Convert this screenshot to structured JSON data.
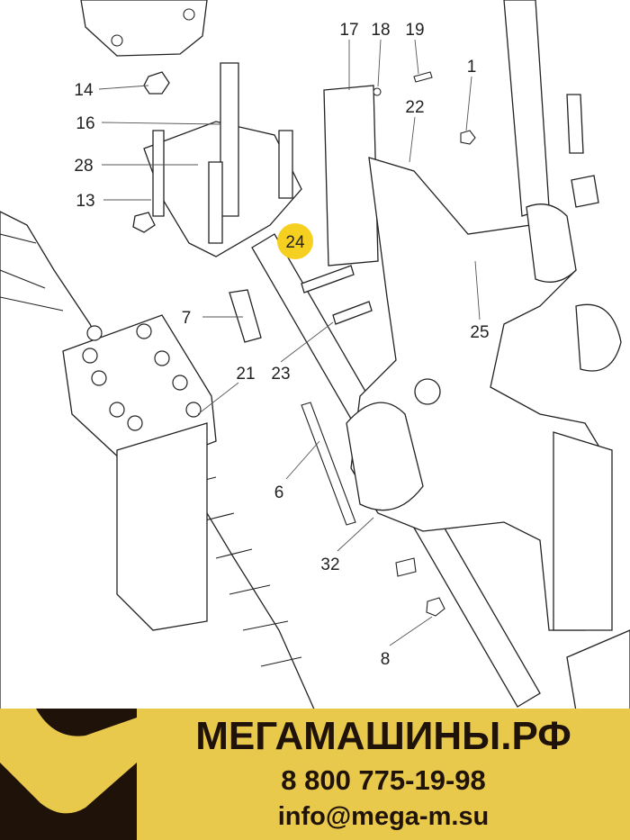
{
  "diagram": {
    "callouts": [
      {
        "id": "14",
        "highlighted": false
      },
      {
        "id": "16",
        "highlighted": false
      },
      {
        "id": "28",
        "highlighted": false
      },
      {
        "id": "13",
        "highlighted": false
      },
      {
        "id": "17",
        "highlighted": false
      },
      {
        "id": "18",
        "highlighted": false
      },
      {
        "id": "19",
        "highlighted": false
      },
      {
        "id": "1",
        "highlighted": false
      },
      {
        "id": "22",
        "highlighted": false
      },
      {
        "id": "24",
        "highlighted": true
      },
      {
        "id": "7",
        "highlighted": false
      },
      {
        "id": "21",
        "highlighted": false
      },
      {
        "id": "23",
        "highlighted": false
      },
      {
        "id": "25",
        "highlighted": false
      },
      {
        "id": "6",
        "highlighted": false
      },
      {
        "id": "32",
        "highlighted": false
      },
      {
        "id": "8",
        "highlighted": false
      }
    ],
    "highlight_color": "#f5d020"
  },
  "banner": {
    "brand": "МЕГАМАШИНЫ.РФ",
    "phone": "8 800 775-19-98",
    "email": "info@mega-m.su",
    "bg_color": "#e9c94c",
    "dark_color": "#1f1209"
  }
}
